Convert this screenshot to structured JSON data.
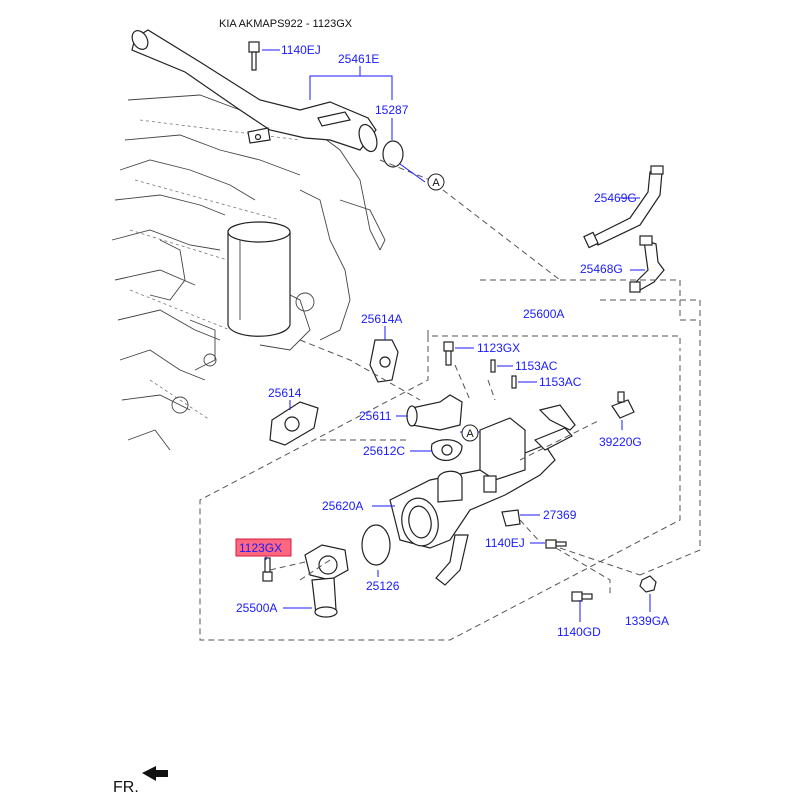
{
  "title": "KIA AKMAPS922 - 1123GX",
  "highlight_color": "#ff6680",
  "label_color": "#1a1aff",
  "labels": {
    "p1140EJ_top": "1140EJ",
    "p25461E": "25461E",
    "p15287": "15287",
    "ref_A_top": "A",
    "p25469G": "25469G",
    "p25468G": "25468G",
    "p25600A": "25600A",
    "p25614A": "25614A",
    "p1123GX_right": "1123GX",
    "p1153AC_1": "1153AC",
    "p1153AC_2": "1153AC",
    "p25614": "25614",
    "p25611": "25611",
    "ref_A_mid": "A",
    "p39220G": "39220G",
    "p25612C": "25612C",
    "p25620A": "25620A",
    "p27369": "27369",
    "p1123GX_hl": "1123GX",
    "p1140EJ_mid": "1140EJ",
    "p25126": "25126",
    "p25500A": "25500A",
    "p1140GD": "1140GD",
    "p1339GA": "1339GA"
  },
  "footer": {
    "front_label": "FR."
  },
  "icons": {
    "front_arrow": "arrow-icon",
    "ref_marker": "circle-letter-icon"
  }
}
